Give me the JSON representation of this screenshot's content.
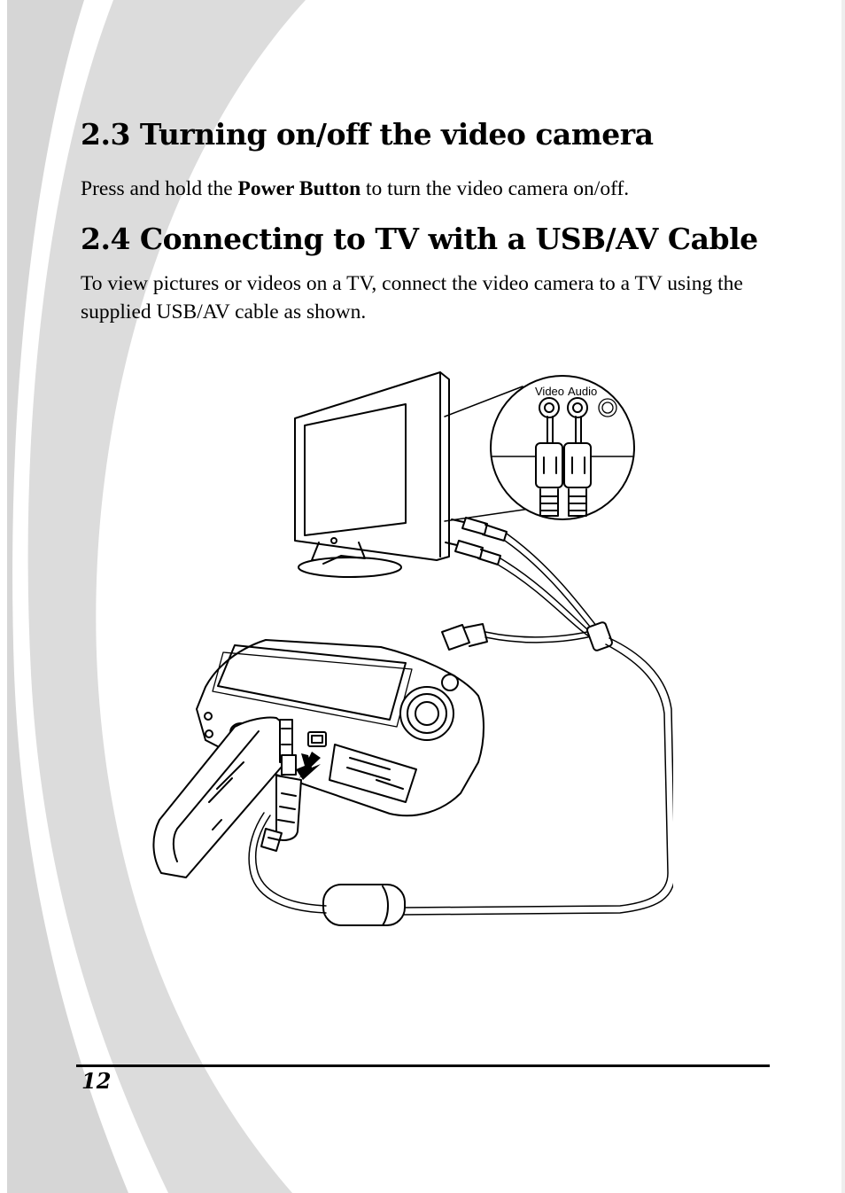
{
  "section_2_3": {
    "heading": "2.3 Turning on/off the video camera",
    "text_before": "Press and hold the ",
    "text_bold": "Power Button",
    "text_after": " to turn the video camera on/off."
  },
  "section_2_4": {
    "heading": "2.4 Connecting to TV with a USB/AV Cable",
    "paragraph": "To view pictures or videos on a TV, connect the video camera to a TV using the supplied USB/AV cable as shown."
  },
  "illustration": {
    "video_label": "Video",
    "audio_label": "Audio"
  },
  "footer": {
    "page_number": "12"
  }
}
